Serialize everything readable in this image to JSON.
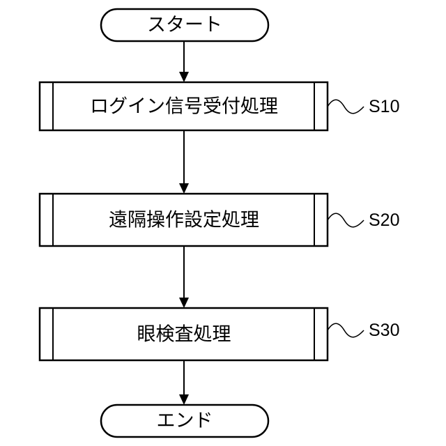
{
  "terminals": {
    "start": "スタート",
    "end": "エンド"
  },
  "processes": [
    {
      "label": "ログイン信号受付処理",
      "step": "S10"
    },
    {
      "label": "遠隔操作設定処理",
      "step": "S20"
    },
    {
      "label": "眼検査処理",
      "step": "S30"
    }
  ]
}
